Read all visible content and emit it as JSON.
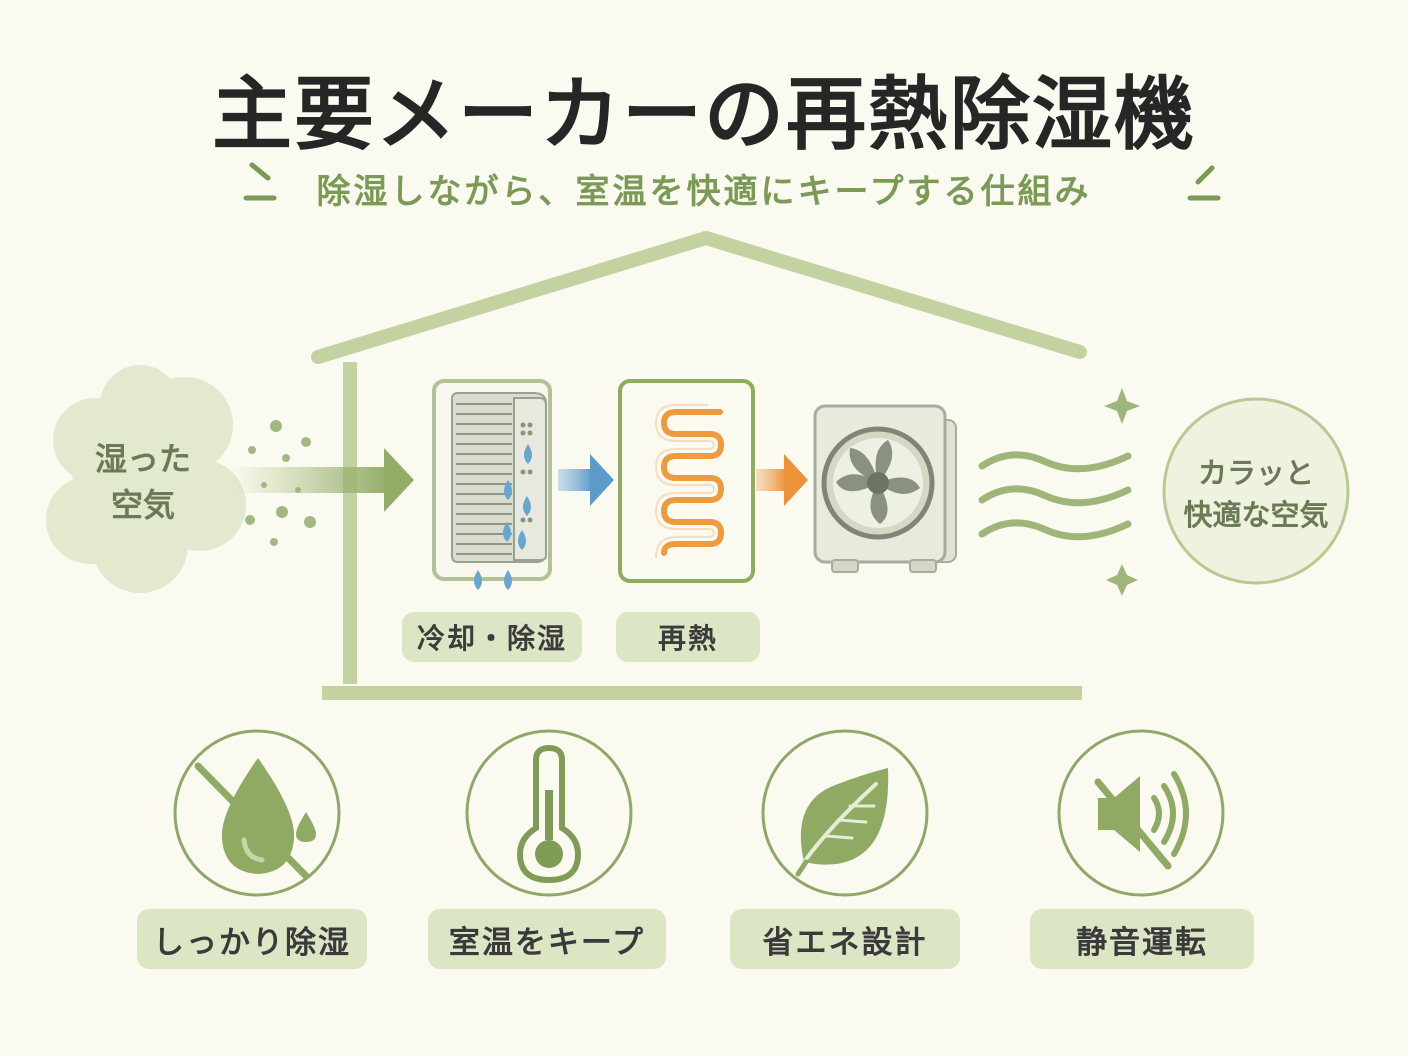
{
  "title": "主要メーカーの再熱除湿機",
  "subtitle": "除湿しながら、室温を快適にキープする仕組み",
  "flow": {
    "input_line1": "湿った",
    "input_line2": "空気",
    "step1_label": "冷却・除湿",
    "step2_label": "再熱",
    "output_line1": "カラッと",
    "output_line2": "快適な空気"
  },
  "features": [
    {
      "label": "しっかり除湿",
      "icon": "no-water-drop-icon"
    },
    {
      "label": "室温をキープ",
      "icon": "thermometer-icon"
    },
    {
      "label": "省エネ設計",
      "icon": "leaf-icon"
    },
    {
      "label": "静音運転",
      "icon": "mute-speaker-icon"
    }
  ],
  "colors": {
    "background": "#fbfaf0",
    "accent_green": "#7b9a55",
    "house_green": "#c3d2a0",
    "pill_green": "#dce5c4",
    "cool_blue": "#6aa5cf",
    "heat_orange": "#ee9a3e",
    "title_dark": "#262626"
  }
}
